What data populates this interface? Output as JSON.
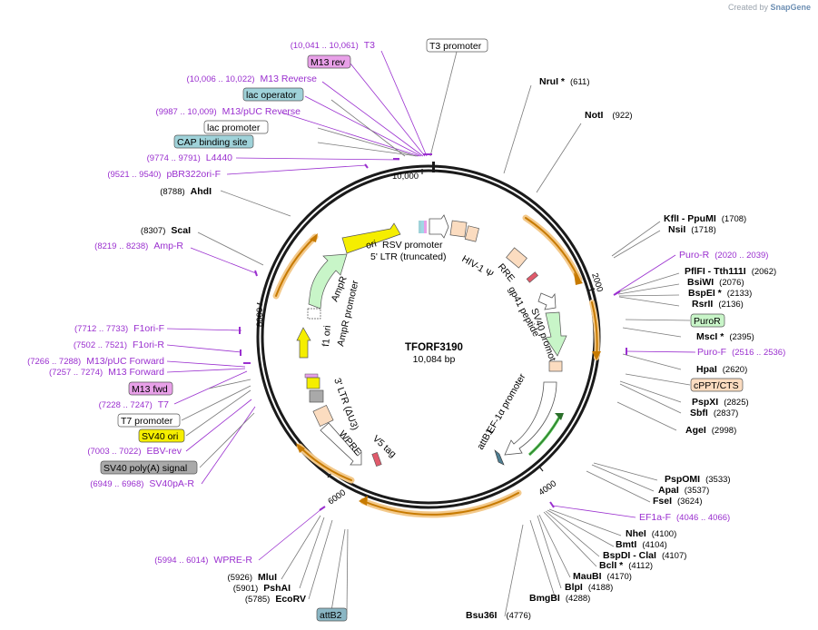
{
  "credit": {
    "prefix": "Created by",
    "brand": "SnapGene"
  },
  "plasmid": {
    "name": "TFORF3190",
    "length": "10,084 bp"
  },
  "ruler": [
    "10,000",
    "2000",
    "4000",
    "6000",
    "8000"
  ],
  "colors": {
    "primer": "#9a2fcf",
    "feature_orange": "#e8a43c",
    "yellow": "#f5ee00",
    "green": "#c8f5c8",
    "peach": "#fbdcc0"
  },
  "sites_right": [
    {
      "name": "NruI *",
      "pos": "(611)"
    },
    {
      "name": "NotI",
      "pos": "(922)"
    },
    {
      "name": "KflI",
      "extra": " - PpuMI",
      "pos": "(1708)"
    },
    {
      "name": "NsiI",
      "pos": "(1718)"
    },
    {
      "name": "PflFI",
      "extra": " - Tth111I",
      "pos": "(2062)"
    },
    {
      "name": "BsiWI",
      "pos": "(2076)"
    },
    {
      "name": "BspEI *",
      "pos": "(2133)"
    },
    {
      "name": "RsrII",
      "pos": "(2136)"
    },
    {
      "name": "MscI *",
      "pos": "(2395)"
    },
    {
      "name": "HpaI",
      "pos": "(2620)"
    },
    {
      "name": "PspXI",
      "pos": "(2825)"
    },
    {
      "name": "SbfI",
      "pos": "(2837)"
    },
    {
      "name": "AgeI",
      "pos": "(2998)"
    },
    {
      "name": "PspOMI",
      "pos": "(3533)"
    },
    {
      "name": "ApaI",
      "pos": "(3537)"
    },
    {
      "name": "FseI",
      "pos": "(3624)"
    },
    {
      "name": "NheI",
      "pos": "(4100)"
    },
    {
      "name": "BmtI",
      "pos": "(4104)"
    },
    {
      "name": "BspDI",
      "extra": " - ClaI",
      "pos": "(4107)"
    },
    {
      "name": "BclI *",
      "pos": "(4112)"
    },
    {
      "name": "MauBI",
      "pos": "(4170)"
    },
    {
      "name": "BlpI",
      "pos": "(4188)"
    },
    {
      "name": "BmgBI",
      "pos": "(4288)"
    },
    {
      "name": "Bsu36I",
      "pos": "(4776)"
    }
  ],
  "sites_left": [
    {
      "name": "AhdI",
      "pos": "(8788)"
    },
    {
      "name": "ScaI",
      "pos": "(8307)"
    },
    {
      "name": "MluI",
      "pos": "(5926)"
    },
    {
      "name": "PshAI",
      "pos": "(5901)"
    },
    {
      "name": "EcoRV",
      "pos": "(5785)"
    }
  ],
  "primers": [
    {
      "name": "T3",
      "pos": "(10,041 .. 10,061)"
    },
    {
      "name": "M13 Reverse",
      "pos": "(10,006 .. 10,022)"
    },
    {
      "name": "M13/pUC Reverse",
      "pos": "(9987 .. 10,009)"
    },
    {
      "name": "L4440",
      "pos": "(9774 .. 9791)"
    },
    {
      "name": "pBR322ori-F",
      "pos": "(9521 .. 9540)"
    },
    {
      "name": "Amp-R",
      "pos": "(8219 .. 8238)"
    },
    {
      "name": "F1ori-F",
      "pos": "(7712 .. 7733)"
    },
    {
      "name": "F1ori-R",
      "pos": "(7502 .. 7521)"
    },
    {
      "name": "M13/pUC Forward",
      "pos": "(7266 .. 7288)"
    },
    {
      "name": "M13 Forward",
      "pos": "(7257 .. 7274)"
    },
    {
      "name": "T7",
      "pos": "(7228 .. 7247)"
    },
    {
      "name": "EBV-rev",
      "pos": "(7003 .. 7022)"
    },
    {
      "name": "SV40pA-R",
      "pos": "(6949 .. 6968)"
    },
    {
      "name": "WPRE-R",
      "pos": "(5994 .. 6014)"
    },
    {
      "name": "Puro-R",
      "pos": "(2020 .. 2039)"
    },
    {
      "name": "Puro-F",
      "pos": "(2516 .. 2536)"
    },
    {
      "name": "EF1a-F",
      "pos": "(4046 .. 4066)"
    }
  ],
  "boxed": {
    "m13rev": "M13 rev",
    "t3prom": "T3 promoter",
    "lacop": "lac operator",
    "lacprom": "lac promoter",
    "cap": "CAP binding site",
    "puror": "PuroR",
    "cppt": "cPPT/CTS",
    "m13fwd": "M13 fwd",
    "t7prom": "T7 promoter",
    "sv40ori": "SV40 ori",
    "sv40pa": "SV40 poly(A) signal",
    "attb2": "attB2"
  },
  "inner": {
    "ori": "ori",
    "rsv": "RSV promoter",
    "ltr5": "5' LTR (truncated)",
    "hiv": "HIV-1 Ψ",
    "rre": "RRE",
    "gp41": "gp41 peptide",
    "sv40prom": "SV40 promoter",
    "ampr": "AmpR",
    "amprprom": "AmpR promoter",
    "f1ori": "f1 ori",
    "ltr3": "3' LTR (ΔU3)",
    "wpre": "WPRE",
    "v5": "V5 tag",
    "ef1a": "EF-1α promoter",
    "attb1": "attB1"
  }
}
